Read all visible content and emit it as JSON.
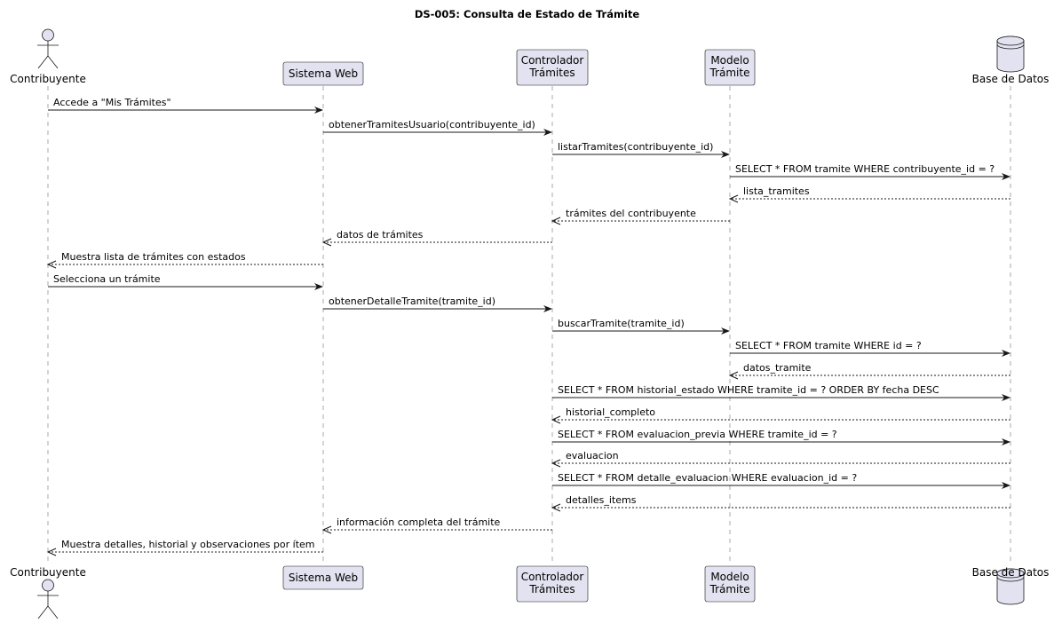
{
  "title": "DS-005: Consulta de Estado de Trámite",
  "colors": {
    "participant_fill": "#e2e2f0",
    "border": "#181818",
    "lifeline": "#a8a8a8",
    "background": "#ffffff"
  },
  "participants": [
    {
      "id": "contribuyente",
      "kind": "actor",
      "lines": [
        "Contribuyente"
      ]
    },
    {
      "id": "sistema_web",
      "kind": "participant",
      "lines": [
        "Sistema Web"
      ]
    },
    {
      "id": "controlador",
      "kind": "participant",
      "lines": [
        "Controlador",
        "Trámites"
      ]
    },
    {
      "id": "modelo",
      "kind": "participant",
      "lines": [
        "Modelo",
        "Trámite"
      ]
    },
    {
      "id": "base_datos",
      "kind": "database",
      "lines": [
        "Base de Datos"
      ]
    }
  ],
  "messages": [
    {
      "from": "contribuyente",
      "to": "sistema_web",
      "type": "sync",
      "text": "Accede a \"Mis Trámites\""
    },
    {
      "from": "sistema_web",
      "to": "controlador",
      "type": "sync",
      "text": "obtenerTramitesUsuario(contribuyente_id)"
    },
    {
      "from": "controlador",
      "to": "modelo",
      "type": "sync",
      "text": "listarTramites(contribuyente_id)"
    },
    {
      "from": "modelo",
      "to": "base_datos",
      "type": "sync",
      "text": "SELECT * FROM tramite WHERE contribuyente_id = ?"
    },
    {
      "from": "base_datos",
      "to": "modelo",
      "type": "return",
      "text": "lista_tramites"
    },
    {
      "from": "modelo",
      "to": "controlador",
      "type": "return",
      "text": "trámites del contribuyente"
    },
    {
      "from": "controlador",
      "to": "sistema_web",
      "type": "return",
      "text": "datos de trámites"
    },
    {
      "from": "sistema_web",
      "to": "contribuyente",
      "type": "return",
      "text": "Muestra lista de trámites con estados"
    },
    {
      "from": "contribuyente",
      "to": "sistema_web",
      "type": "sync",
      "text": "Selecciona un trámite"
    },
    {
      "from": "sistema_web",
      "to": "controlador",
      "type": "sync",
      "text": "obtenerDetalleTramite(tramite_id)"
    },
    {
      "from": "controlador",
      "to": "modelo",
      "type": "sync",
      "text": "buscarTramite(tramite_id)"
    },
    {
      "from": "modelo",
      "to": "base_datos",
      "type": "sync",
      "text": "SELECT * FROM tramite WHERE id = ?"
    },
    {
      "from": "base_datos",
      "to": "modelo",
      "type": "return",
      "text": "datos_tramite"
    },
    {
      "from": "controlador",
      "to": "base_datos",
      "type": "sync",
      "text": "SELECT * FROM historial_estado WHERE tramite_id = ? ORDER BY fecha DESC"
    },
    {
      "from": "base_datos",
      "to": "controlador",
      "type": "return",
      "text": "historial_completo"
    },
    {
      "from": "controlador",
      "to": "base_datos",
      "type": "sync",
      "text": "SELECT * FROM evaluacion_previa WHERE tramite_id = ?"
    },
    {
      "from": "base_datos",
      "to": "controlador",
      "type": "return",
      "text": "evaluacion"
    },
    {
      "from": "controlador",
      "to": "base_datos",
      "type": "sync",
      "text": "SELECT * FROM detalle_evaluacion WHERE evaluacion_id = ?"
    },
    {
      "from": "base_datos",
      "to": "controlador",
      "type": "return",
      "text": "detalles_items"
    },
    {
      "from": "controlador",
      "to": "sistema_web",
      "type": "return",
      "text": "información completa del trámite"
    },
    {
      "from": "sistema_web",
      "to": "contribuyente",
      "type": "return",
      "text": "Muestra detalles, historial y observaciones por ítem"
    }
  ]
}
